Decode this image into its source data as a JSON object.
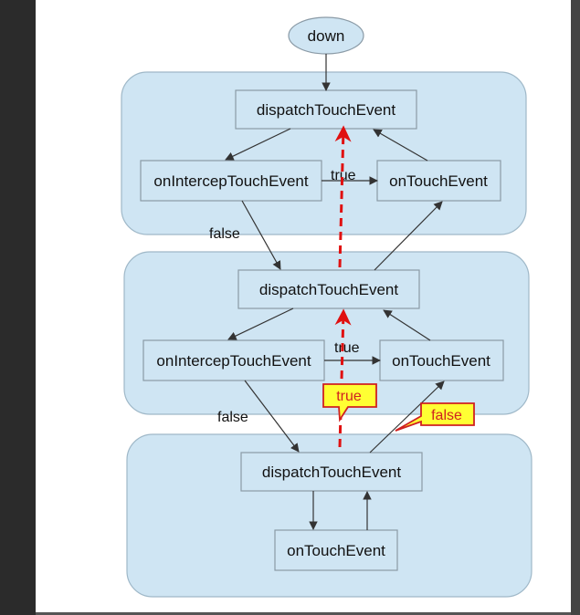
{
  "diagram": {
    "start_node": "down",
    "level_1": {
      "dispatch": "dispatchTouchEvent",
      "intercept": "onIntercepTouchEvent",
      "touch": "onTouchEvent",
      "edge_true": "true",
      "edge_false": "false"
    },
    "level_2": {
      "dispatch": "dispatchTouchEvent",
      "intercept": "onIntercepTouchEvent",
      "touch": "onTouchEvent",
      "edge_true": "true",
      "edge_false": "false"
    },
    "level_3": {
      "dispatch": "dispatchTouchEvent",
      "touch": "onTouchEvent"
    },
    "callouts": {
      "true_label": "true",
      "false_label": "false"
    },
    "colors": {
      "cluster_fill": "#cfe5f3",
      "cluster_stroke": "#9fb8c8",
      "node_stroke": "#8a9aa6",
      "edge": "#333333",
      "highlight": "#e01010",
      "callout_fill": "#ffff33",
      "callout_stroke": "#d02020"
    }
  }
}
